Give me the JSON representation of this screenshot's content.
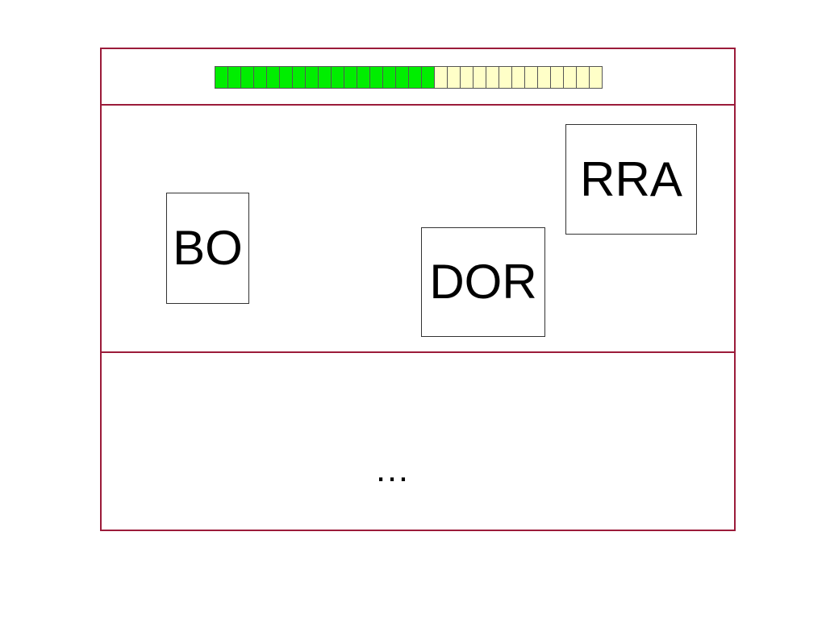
{
  "colors": {
    "frame_border": "#9b1b3a",
    "progress_filled": "#00ee00",
    "progress_empty": "#ffffc8"
  },
  "progress": {
    "filled": 17,
    "total": 30
  },
  "cards": {
    "bo": "BO",
    "dor": "DOR",
    "rra": "RRA"
  },
  "bottom": {
    "ellipsis": "…"
  }
}
